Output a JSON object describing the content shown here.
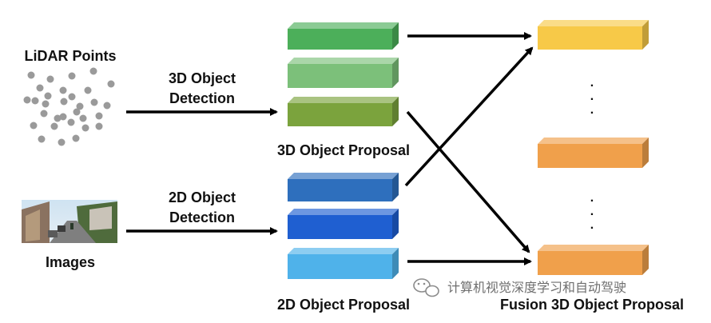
{
  "inputs": {
    "lidar_label": "LiDAR Points",
    "images_label": "Images"
  },
  "stages": {
    "det3d_line1": "3D Object",
    "det3d_line2": "Detection",
    "det2d_line1": "2D Object",
    "det2d_line2": "Detection"
  },
  "proposals": {
    "p3d_label": "3D Object Proposal",
    "p2d_label": "2D Object Proposal",
    "fusion_label": "Fusion 3D Object Proposal"
  },
  "ellipsis": ".",
  "watermark": {
    "text": "计算机视觉深度学习和自动驾驶"
  },
  "colors": {
    "green1": "#4caf5a",
    "green2": "#7cc07a",
    "green3": "#7ba33d",
    "blue1": "#2e6fbd",
    "blue2": "#1f5fd1",
    "blue3": "#4fb2ea",
    "yellow": "#f7c948",
    "orange": "#f0a04b",
    "dot_gray": "#9a9a9a",
    "arrow": "#000000"
  }
}
